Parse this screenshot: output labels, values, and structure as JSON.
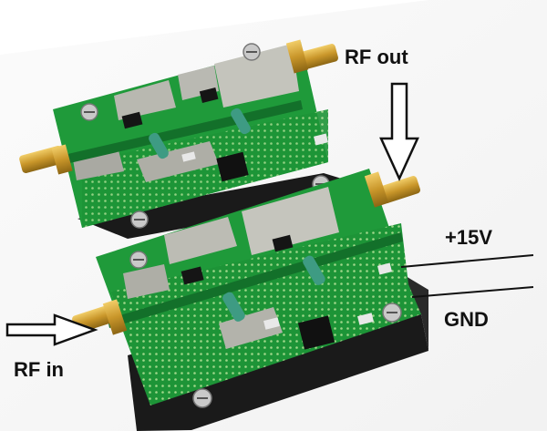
{
  "labels": {
    "rf_out": "RF out",
    "plus_15v": "+15V",
    "gnd": "GND",
    "rf_in": "RF in"
  },
  "colors": {
    "pcb_green": "#1f9a3a",
    "pcb_dark": "#13702a",
    "gold": "#d4a537",
    "black_block": "#1a1a1a"
  }
}
